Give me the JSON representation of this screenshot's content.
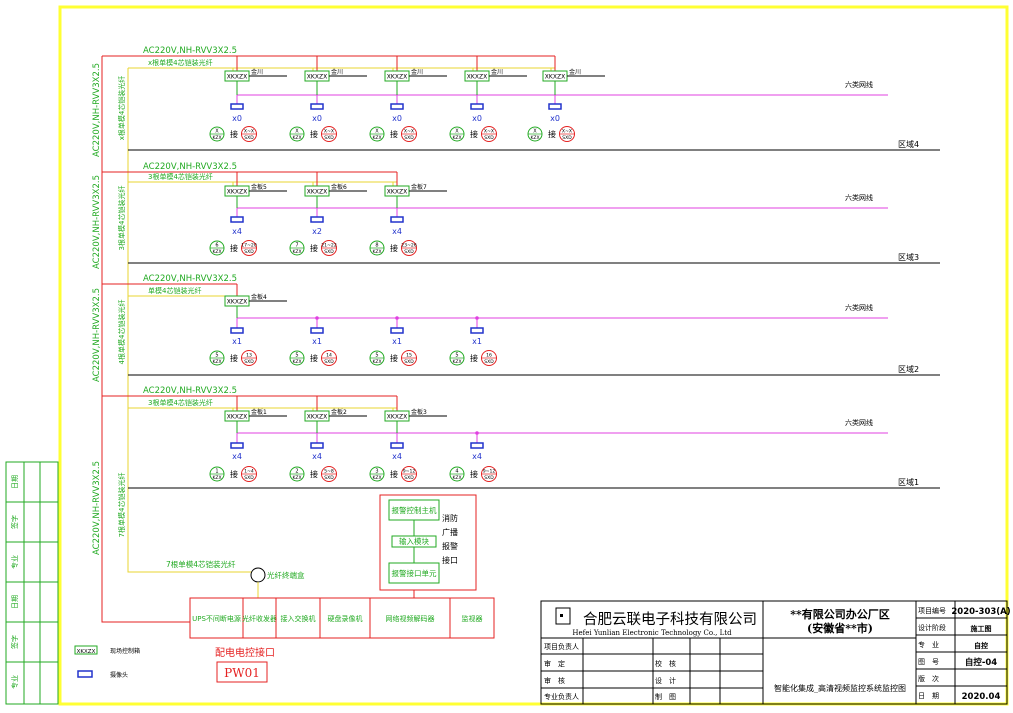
{
  "power_cable": "AC220V,NH-RVV3X2.5",
  "cat6_label": "六类网线",
  "switch_label": "XKXZX",
  "zones": [
    {
      "name": "区域4",
      "fiber_label": "x根单模4芯铠装光纤",
      "trunk_label": "x根单模4芯铠装光纤",
      "switches": [
        {
          "tag": "XKXZX",
          "box": "金川"
        },
        {
          "tag": "XKXZX",
          "box": "金川"
        },
        {
          "tag": "XKXZX",
          "box": "金川"
        },
        {
          "tag": "XKXZX",
          "box": "金川"
        },
        {
          "tag": "XKXZX",
          "box": "金川"
        }
      ],
      "cameras": [
        {
          "qty": "x0",
          "kzx_num": "X",
          "kzx": "KZX",
          "jie": "接",
          "sxd_num": "X~X",
          "sxd": "SXD"
        },
        {
          "qty": "x0",
          "kzx_num": "X",
          "kzx": "KZX",
          "jie": "接",
          "sxd_num": "X~X",
          "sxd": "SXD"
        },
        {
          "qty": "x0",
          "kzx_num": "X",
          "kzx": "KZX",
          "jie": "接",
          "sxd_num": "X~X",
          "sxd": "SXD"
        },
        {
          "qty": "x0",
          "kzx_num": "X",
          "kzx": "KZX",
          "jie": "接",
          "sxd_num": "X~X",
          "sxd": "SXD"
        },
        {
          "qty": "x0",
          "kzx_num": "X",
          "kzx": "KZX",
          "jie": "接",
          "sxd_num": "X~X",
          "sxd": "SXD"
        }
      ]
    },
    {
      "name": "区域3",
      "fiber_label": "3根单模4芯铠装光纤",
      "trunk_label": "3根单模4芯铠装光纤",
      "switches": [
        {
          "tag": "XKXZX",
          "box": "金板5"
        },
        {
          "tag": "XKXZX",
          "box": "金板6"
        },
        {
          "tag": "XKXZX",
          "box": "金板7"
        }
      ],
      "cameras": [
        {
          "qty": "x4",
          "kzx_num": "6",
          "kzx": "KZX",
          "jie": "接",
          "sxd_num": "17~20",
          "sxd": "SXD"
        },
        {
          "qty": "x2",
          "kzx_num": "7",
          "kzx": "KZX",
          "jie": "接",
          "sxd_num": "21~22",
          "sxd": "SXD"
        },
        {
          "qty": "x4",
          "kzx_num": "8",
          "kzx": "KZX",
          "jie": "接",
          "sxd_num": "23~26",
          "sxd": "SXD"
        }
      ]
    },
    {
      "name": "区域2",
      "fiber_label": "单模4芯铠装光纤",
      "trunk_label": "4根单模4芯铠装光纤",
      "switches": [
        {
          "tag": "XKXZX",
          "box": "金板4"
        }
      ],
      "cameras": [
        {
          "qty": "x1",
          "kzx_num": "5",
          "kzx": "KZX",
          "jie": "接",
          "sxd_num": "13",
          "sxd": "SXD"
        },
        {
          "qty": "x1",
          "kzx_num": "5",
          "kzx": "KZX",
          "jie": "接",
          "sxd_num": "14",
          "sxd": "SXD"
        },
        {
          "qty": "x1",
          "kzx_num": "5",
          "kzx": "KZX",
          "jie": "接",
          "sxd_num": "15",
          "sxd": "SXD"
        },
        {
          "qty": "x1",
          "kzx_num": "5",
          "kzx": "KZX",
          "jie": "接",
          "sxd_num": "16",
          "sxd": "SXD"
        }
      ]
    },
    {
      "name": "区域1",
      "fiber_label": "3根单模4芯铠装光纤",
      "trunk_label": "7根单模4芯铠装光纤",
      "switches": [
        {
          "tag": "XKXZX",
          "box": "金板1"
        },
        {
          "tag": "XKXZX",
          "box": "金板2"
        },
        {
          "tag": "XKXZX",
          "box": "金板3"
        }
      ],
      "cameras": [
        {
          "qty": "x4",
          "kzx_num": "1",
          "kzx": "KZX",
          "jie": "接",
          "sxd_num": "1~4",
          "sxd": "SXD"
        },
        {
          "qty": "x4",
          "kzx_num": "2",
          "kzx": "KZX",
          "jie": "接",
          "sxd_num": "5~8",
          "sxd": "SXD"
        },
        {
          "qty": "x4",
          "kzx_num": "3",
          "kzx": "KZX",
          "jie": "接",
          "sxd_num": "9~12",
          "sxd": "SXD"
        },
        {
          "qty": "x4",
          "kzx_num": "4",
          "kzx": "KZX",
          "jie": "接",
          "sxd_num": "9~12",
          "sxd": "SXD"
        }
      ]
    }
  ],
  "fire_box": {
    "items": [
      "报警控制主机",
      "输入模块",
      "报警接口单元"
    ],
    "side_label": [
      "消防",
      "广播",
      "报警",
      "接口"
    ]
  },
  "fiber_splice_label": "7根单模4芯铠装光纤",
  "terminal_box_label": "光纤终端盒",
  "rack_cells": [
    "UPS不间断电源",
    "光纤收发器",
    "接入交换机",
    "硬盘录像机",
    "网络视频解码器",
    "监视器"
  ],
  "distribution": {
    "label": "配电电控接口",
    "code": "PW01"
  },
  "legend": [
    {
      "symbol": "XKXZX",
      "desc": "现场控制箱"
    },
    {
      "symbol": "camera",
      "desc": "摄像头"
    }
  ],
  "left_strip": [
    "日期",
    "签字",
    "专业",
    "日期",
    "签字",
    "专业"
  ],
  "title_block": {
    "company_cn": "合肥云联电子科技有限公司",
    "company_en": "Hefei Yunlian Electronic Technology Co., Ltd",
    "project": "**有限公司办公厂区",
    "project_loc": "(安徽省**市)",
    "drawing_title": "智能化集成_高清视频监控系统监控图",
    "roles_left": [
      "项目负责人",
      "审　定",
      "审　核",
      "专业负责人"
    ],
    "roles_mid": [
      "校　核",
      "设　计",
      "制　图"
    ],
    "meta_labels": [
      "项目编号",
      "设计阶段",
      "专　业",
      "图　号",
      "版　次",
      "日　期"
    ],
    "meta_values": [
      "2020-303(A)",
      "施工图",
      "自控",
      "自控-04",
      "",
      "2020.04"
    ]
  }
}
